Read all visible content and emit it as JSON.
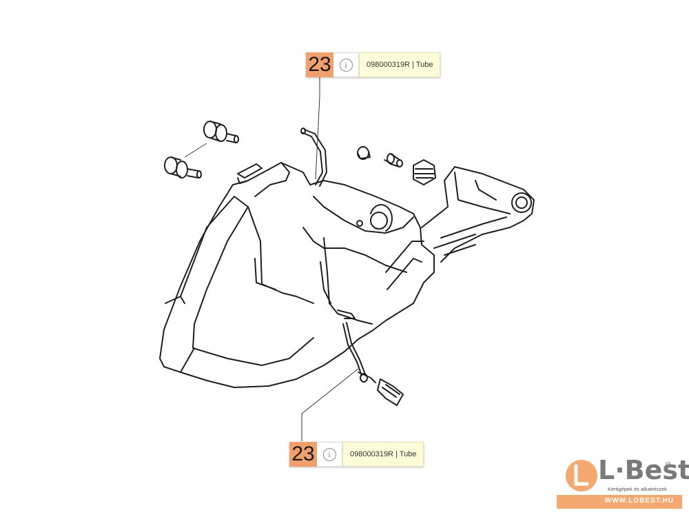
{
  "callouts": [
    {
      "number": "23",
      "info_icon": "i",
      "label": "098000319R | Tube"
    },
    {
      "number": "23",
      "info_icon": "i",
      "label": "098000319R | Tube"
    }
  ],
  "logo": {
    "brand": "L·Best",
    "suffix": "kft.",
    "tagline": "Kertigépek és alkatrészek",
    "url": "WWW.LOBEST.HU"
  },
  "colors": {
    "callout_number_bg": "#f0a06c",
    "callout_label_bg": "#fcfcd8",
    "logo_accent": "#f3a96f"
  }
}
